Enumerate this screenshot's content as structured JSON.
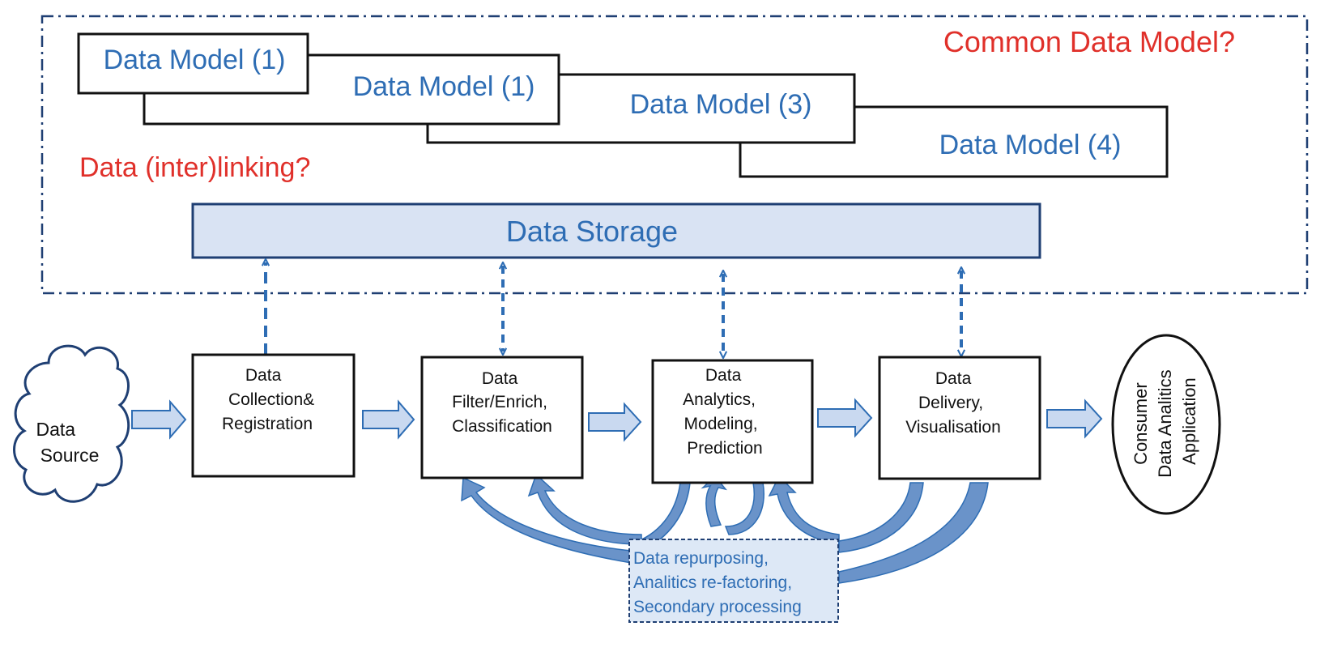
{
  "colors": {
    "accent_blue": "#2e6db4",
    "dark_blue": "#1f3f73",
    "red": "#e0302a",
    "storage_fill": "#d9e3f3",
    "arrow_fill": "#c9d9f0",
    "curve_fill": "#6a93c9"
  },
  "questions": {
    "common_data_model": "Common Data Model?",
    "interlinking": "Data (inter)linking?"
  },
  "data_models": [
    "Data Model (1)",
    "Data Model (1)",
    "Data Model (3)",
    "Data Model (4)"
  ],
  "storage": {
    "label": "Data Storage"
  },
  "source": {
    "lines": [
      "Data",
      "Source"
    ]
  },
  "stages": [
    {
      "lines": [
        "Data",
        "Collection&",
        "Registration"
      ]
    },
    {
      "lines": [
        "Data",
        "Filter/Enrich,",
        "Classification"
      ]
    },
    {
      "lines": [
        "Data",
        "Analytics,",
        "Modeling,",
        "Prediction"
      ]
    },
    {
      "lines": [
        "Data",
        "Delivery,",
        "Visualisation"
      ]
    }
  ],
  "consumer": {
    "lines": [
      "Consumer",
      "Data Analitics",
      "Application"
    ]
  },
  "feedback": {
    "lines": [
      "Data repurposing,",
      "Analitics re-factoring,",
      "Secondary processing"
    ]
  }
}
